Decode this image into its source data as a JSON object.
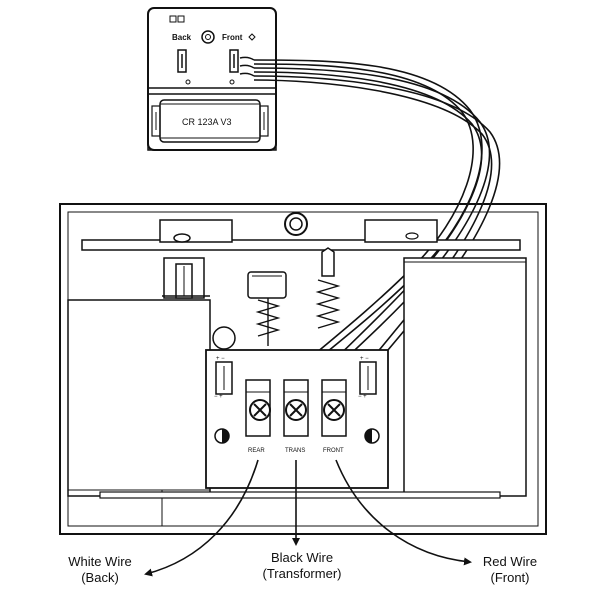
{
  "module": {
    "back_label": "Back",
    "front_label": "Front",
    "battery_label": "CR 123A V3"
  },
  "terminals": {
    "rear_label": "REAR",
    "trans_label": "TRANS",
    "front_label": "FRONT"
  },
  "callouts": {
    "white_wire_line1": "White Wire",
    "white_wire_line2": "(Back)",
    "black_wire_line1": "Black Wire",
    "black_wire_line2": "(Transformer)",
    "red_wire_line1": "Red Wire",
    "red_wire_line2": "(Front)"
  }
}
